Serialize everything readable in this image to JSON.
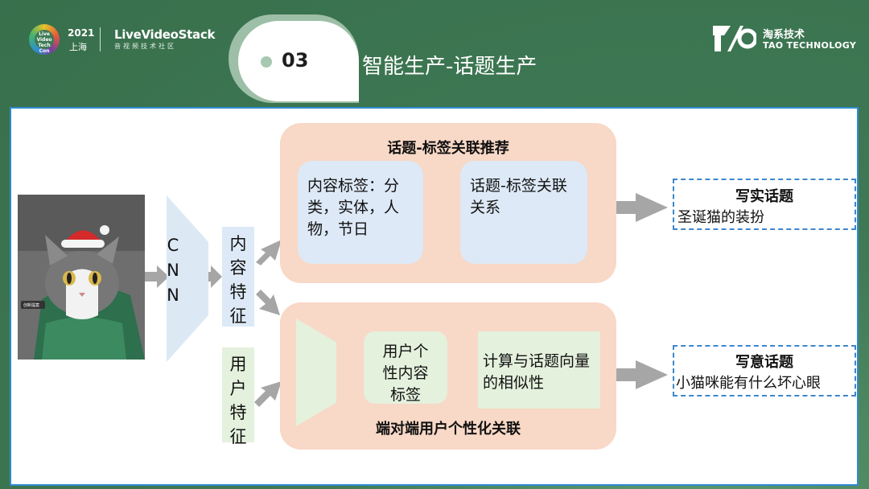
{
  "header": {
    "event_logo_text": "Live Video Tech Con",
    "event_year": "2021",
    "event_city": "上海",
    "brand": "LiveVideoStack",
    "brand_sub": "音视频技术社区",
    "section_number": "03",
    "title": "智能生产-话题生产",
    "company_cn": "淘系技术",
    "company_en": "TAO TECHNOLOGY"
  },
  "diagram": {
    "input_image_caption": "创新提案",
    "cnn_label": [
      "C",
      "N",
      "N"
    ],
    "content_feature": "内容特征",
    "user_feature": "用户特征",
    "top_group": {
      "title": "话题-标签关联推荐",
      "card_left": "内容标签：分类，实体，人物，节日",
      "card_right": "话题-标签关联关系"
    },
    "bottom_group": {
      "title": "端对端用户个性化关联",
      "card_user": "用户个性内容标签",
      "card_calc": "计算与话题向量的相似性"
    },
    "outputs": [
      {
        "title": "写实话题",
        "text": "圣诞猫的装扮"
      },
      {
        "title": "写意话题",
        "text": "小猫咪能有什么坏心眼"
      }
    ]
  },
  "colors": {
    "background": "#3f7a55",
    "panel_border": "#2f8bcf",
    "group_fill": "#f8d8c6",
    "blue_card": "#dde9f6",
    "green_card": "#e4f1dd",
    "arrow": "#a6a6a6"
  }
}
